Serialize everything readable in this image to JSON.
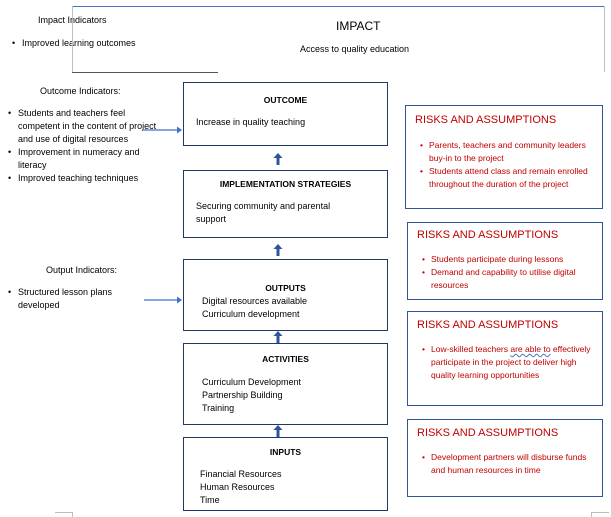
{
  "impact_section": {
    "indicators_title": "Impact Indicators",
    "indicators": [
      "Improved learning outcomes"
    ],
    "title": "IMPACT",
    "text": "Access to quality education"
  },
  "outcome_indicators": {
    "title": "Outcome Indicators:",
    "items": [
      "Students and teachers feel competent in the content of project and use of digital resources",
      "Improvement in numeracy and literacy",
      "Improved teaching techniques"
    ]
  },
  "output_indicators": {
    "title": "Output Indicators:",
    "items": [
      "Structured lesson plans developed"
    ]
  },
  "boxes": {
    "outcome": {
      "title": "OUTCOME",
      "lines": [
        "Increase in quality teaching"
      ]
    },
    "implementation": {
      "title": "IMPLEMENTATION STRATEGIES",
      "lines": [
        "Securing community and parental",
        "support"
      ]
    },
    "outputs": {
      "title": "OUTPUTS",
      "lines": [
        "Digital resources available",
        "Curriculum development"
      ]
    },
    "activities": {
      "title": "ACTIVITIES",
      "lines": [
        "Curriculum Development",
        "Partnership Building",
        "Training"
      ]
    },
    "inputs": {
      "title": "INPUTS",
      "lines": [
        "Financial Resources",
        "Human Resources",
        "Time"
      ]
    }
  },
  "risks": [
    {
      "title": "RISKS AND ASSUMPTIONS",
      "items": [
        "Parents, teachers and community leaders buy-in to the project",
        "Students attend class and remain enrolled throughout the duration of the project"
      ]
    },
    {
      "title": "RISKS AND ASSUMPTIONS",
      "items": [
        "Students participate during lessons",
        "Demand and capability to utilise digital resources"
      ]
    },
    {
      "title": "RISKS AND ASSUMPTIONS",
      "items_rich": {
        "pre": "Low-skilled teachers ",
        "squiggle": "are able to",
        "post": " effectively participate in the project to deliver high quality learning opportunities"
      }
    },
    {
      "title": "RISKS AND ASSUMPTIONS",
      "items": [
        "Development partners will disburse funds and human resources in time"
      ]
    }
  ],
  "colors": {
    "box_border": "#1f3864",
    "risk_text": "#c00000",
    "arrow": "#4472c4",
    "risk_border": "#2f5597"
  }
}
